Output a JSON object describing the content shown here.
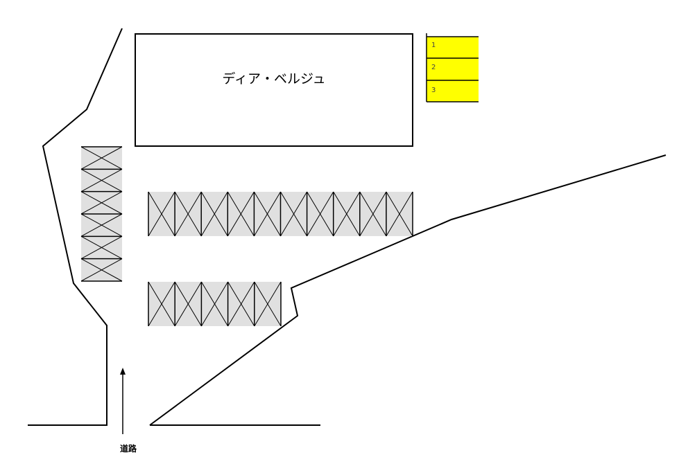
{
  "building": {
    "name": "ディア・ベルジュ"
  },
  "reserved_slots": {
    "labels": [
      "1",
      "2",
      "3"
    ],
    "color": "#ffff00"
  },
  "road": {
    "label": "道路"
  },
  "parking_fill_color": "#e0e0e0"
}
